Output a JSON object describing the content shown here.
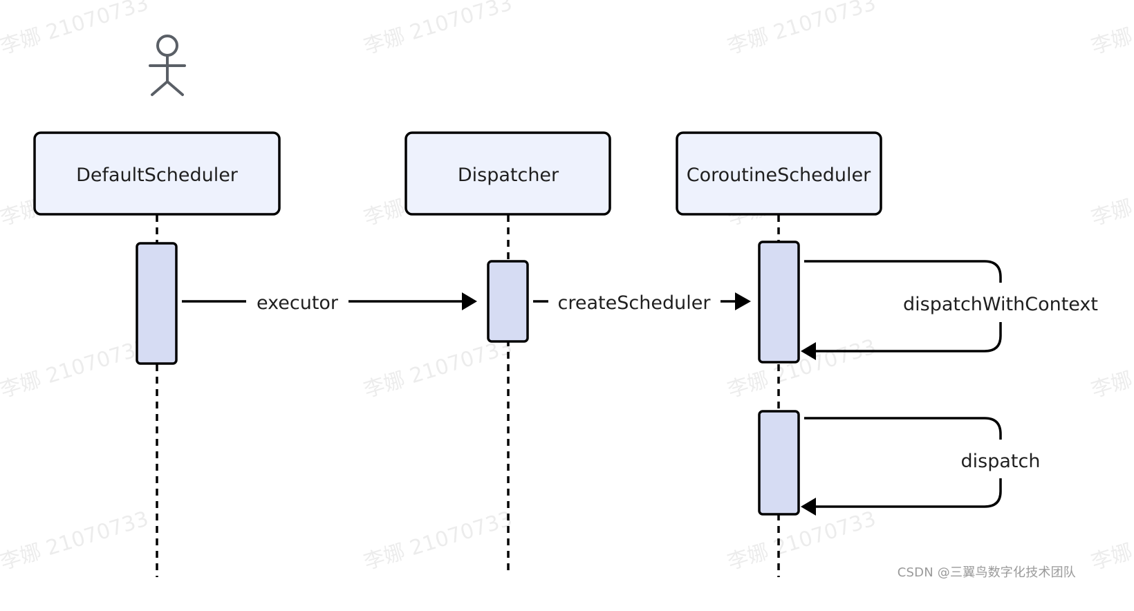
{
  "participants": [
    {
      "id": "default",
      "label": "DefaultScheduler"
    },
    {
      "id": "dispatcher",
      "label": "Dispatcher"
    },
    {
      "id": "coroutine",
      "label": "CoroutineScheduler"
    }
  ],
  "messages": [
    {
      "from": "default",
      "to": "dispatcher",
      "label": "executor"
    },
    {
      "from": "dispatcher",
      "to": "coroutine",
      "label": "createScheduler"
    },
    {
      "from": "coroutine",
      "to": "coroutine",
      "label": "dispatchWithContext"
    },
    {
      "from": "coroutine",
      "to": "coroutine",
      "label": "dispatch"
    }
  ],
  "watermark": {
    "text": "李娜 21070733"
  },
  "footer": {
    "text": "CSDN @三翼鸟数字化技术团队"
  },
  "colors": {
    "participant_fill": "#eef2fd",
    "activation_fill": "#d6dcf3",
    "stroke": "#000000",
    "actor_stroke": "#5a5f66"
  }
}
